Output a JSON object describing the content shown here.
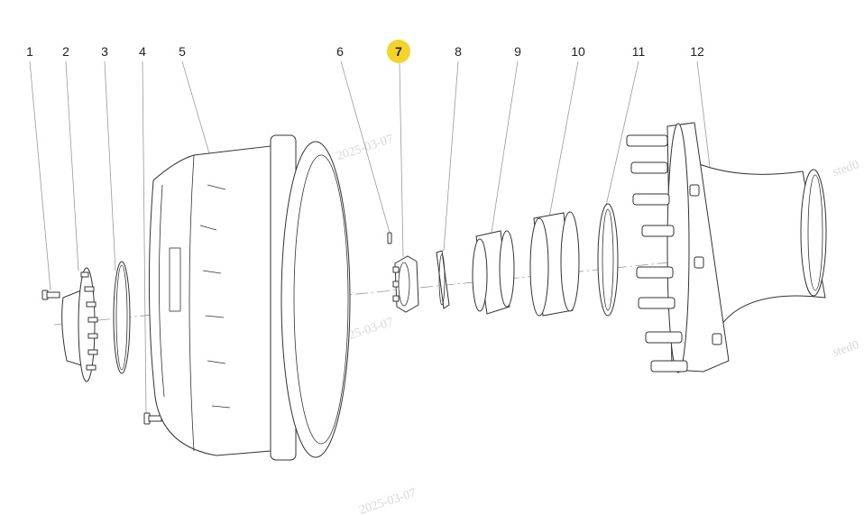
{
  "callouts": [
    {
      "num": "1"
    },
    {
      "num": "2"
    },
    {
      "num": "3"
    },
    {
      "num": "4"
    },
    {
      "num": "5"
    },
    {
      "num": "6"
    },
    {
      "num": "7",
      "highlight": true
    },
    {
      "num": "8"
    },
    {
      "num": "9"
    },
    {
      "num": "10"
    },
    {
      "num": "11"
    },
    {
      "num": "12"
    }
  ],
  "watermarks": [
    "sted031  2025-03-07",
    "sted031  2025-03-07",
    "2025-03-07",
    "sted0",
    "sted0"
  ],
  "highlight_color": "#f5d327"
}
